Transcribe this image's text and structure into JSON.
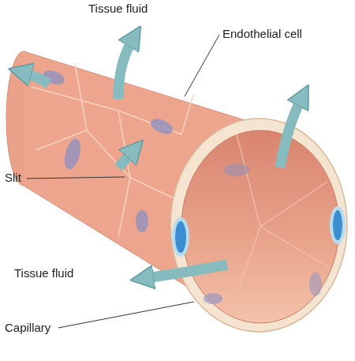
{
  "diagram": {
    "labels": [
      "Tissue fluid",
      "Endothelial cell",
      "Slit",
      "Tissue fluid",
      "Capillary"
    ]
  }
}
